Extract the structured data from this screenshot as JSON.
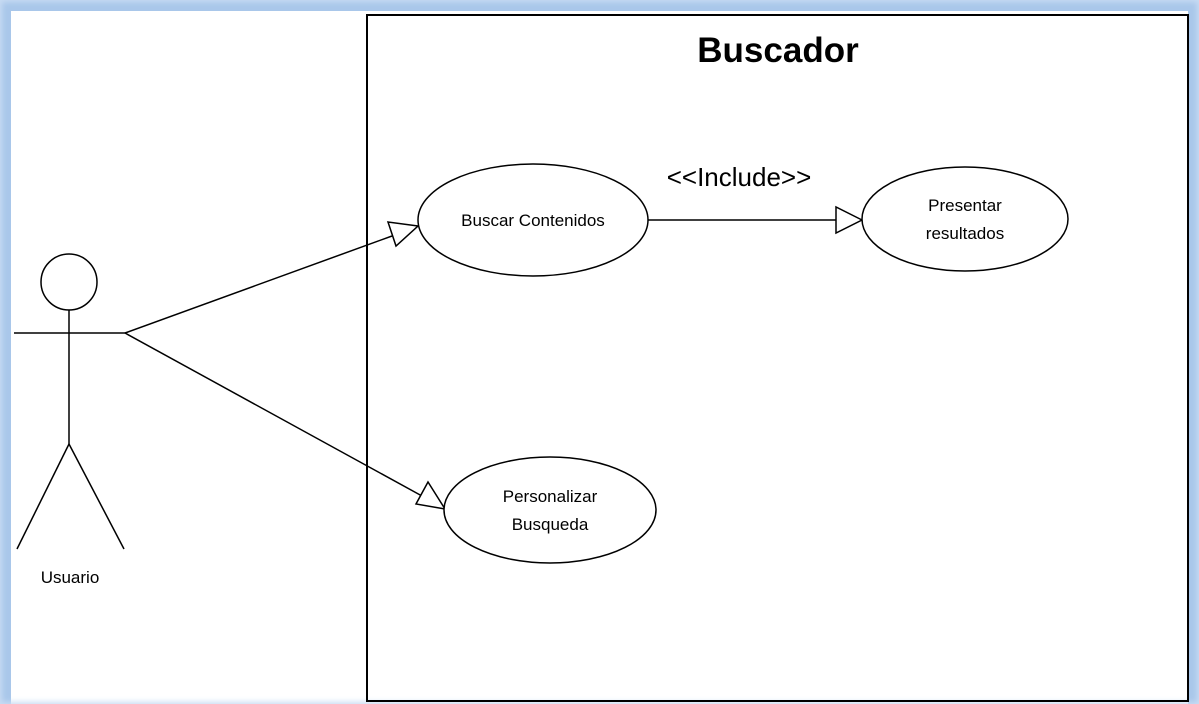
{
  "system": {
    "title": "Buscador"
  },
  "actor": {
    "name": "Usuario"
  },
  "use_cases": {
    "buscar": {
      "label": "Buscar Contenidos"
    },
    "presentar": {
      "line1": "Presentar",
      "line2": "resultados"
    },
    "personalizar": {
      "line1": "Personalizar",
      "line2": "Busqueda"
    }
  },
  "relations": {
    "include_label": "<<Include>>"
  },
  "colors": {
    "frame_border": "#a9c7ea",
    "stroke": "#000000",
    "background": "#ffffff"
  }
}
